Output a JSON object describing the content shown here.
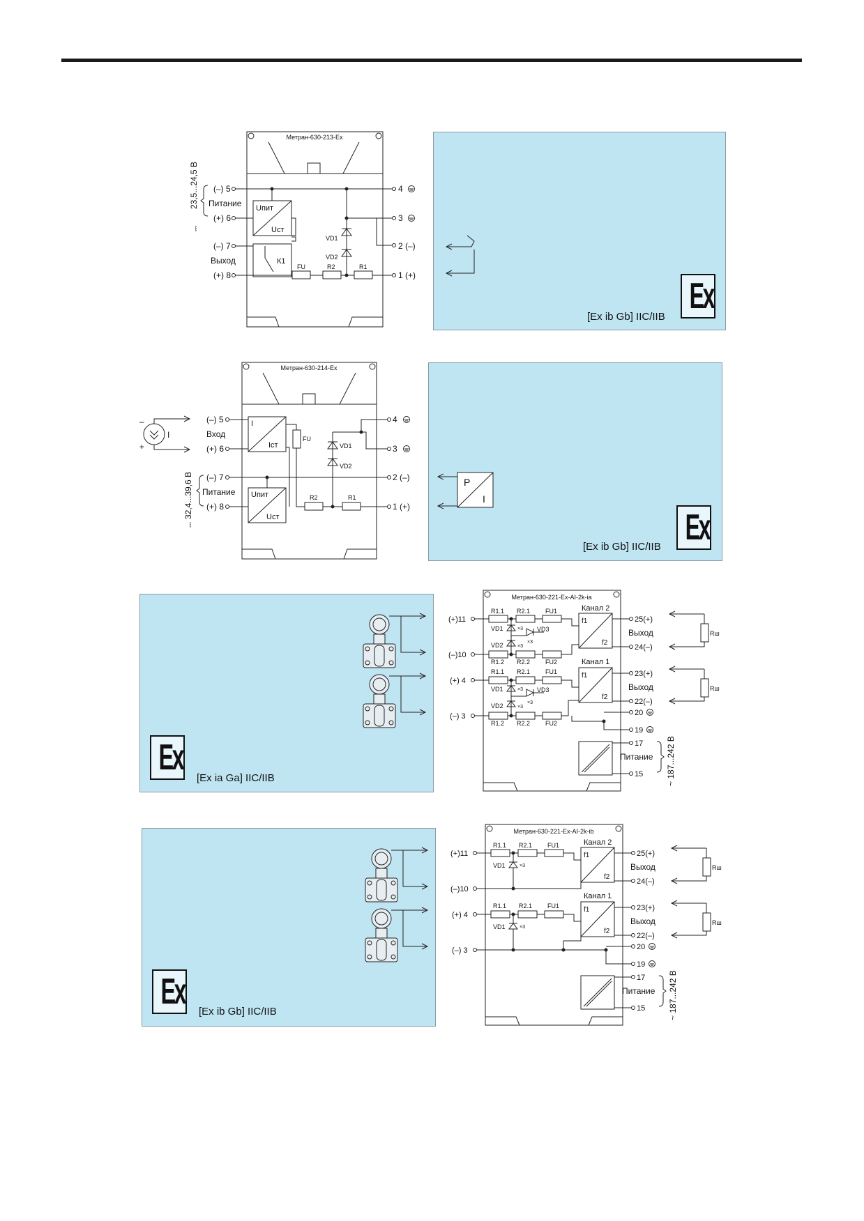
{
  "colors": {
    "panel_bg": "#bfe4f2",
    "line": "#222222"
  },
  "icons": {
    "ex_mark": "ex-protection-mark-icon",
    "ground": "ground-icon",
    "transmitter": "pressure-transmitter-icon",
    "current_source": "current-source-icon"
  },
  "d213": {
    "title": "Метран-630-213-Ex",
    "supply_range": "23,5...24,5 В",
    "dc_mark": "⎓",
    "t5": "(–) 5",
    "t6": "(+) 6",
    "t7": "(–) 7",
    "t8": "(+) 8",
    "supply_label": "Питание",
    "output_label": "Выход",
    "upit": "Uпит",
    "ust": "Uст",
    "k1": "К1",
    "fu": "FU",
    "r1": "R1",
    "r2": "R2",
    "vd1": "VD1",
    "vd2": "VD2",
    "r4": "4",
    "r3": "3",
    "r2t": "2 (–)",
    "r1t": "1 (+)",
    "ex_class": "[Ex ib Gb] IIC/IIB",
    "ex": "Ex"
  },
  "d214": {
    "title": "Метран-630-214-Ex",
    "supply_range": "32,4...39,6 В",
    "dc_mark": "⎓",
    "t5": "(–) 5",
    "t6": "(+) 6",
    "t7": "(–) 7",
    "t8": "(+) 8",
    "input_label": "Вход",
    "supply_label": "Питание",
    "i_label": "I",
    "ist": "Iст",
    "upit": "Uпит",
    "ust": "Uст",
    "fu": "FU",
    "r1": "R1",
    "r2": "R2",
    "vd1": "VD1",
    "vd2": "VD2",
    "r4": "4",
    "r3": "3",
    "r2t": "2 (–)",
    "r1t": "1 (+)",
    "src_minus": "–",
    "src_plus": "+",
    "src_i": "I",
    "p": "P",
    "pi": "I",
    "ex_class": "[Ex ib Gb] IIC/IIB",
    "ex": "Ex"
  },
  "d221ia": {
    "title": "Метран-630-221-Ex-AI-2k-ia",
    "t11": "(+)11",
    "t10": "(–)10",
    "t4": "(+) 4",
    "t3": "(–) 3",
    "r11": "R1.1",
    "r21": "R2.1",
    "fu1": "FU1",
    "r12": "R1.2",
    "r22": "R2.2",
    "fu2": "FU2",
    "vd1": "VD1",
    "vd2": "VD2",
    "vd3": "VD3",
    "x3": "×3",
    "ch2": "Канал 2",
    "ch1": "Канал 1",
    "f1": "f1",
    "f2": "f2",
    "o25": "25(+)",
    "o24": "24(–)",
    "o23": "23(+)",
    "o22": "22(–)",
    "o20": "20",
    "o19": "19",
    "o17": "17",
    "o15": "15",
    "output_label": "Выход",
    "supply_label": "Питание",
    "supply_range": "~ 187...242 В",
    "rsh": "Rш",
    "ex_class": "[Ex ia Ga] IIC/IIB",
    "ex": "Ex"
  },
  "d221ib": {
    "title": "Метран-630-221-Ex-AI-2k-ib",
    "t11": "(+)11",
    "t10": "(–)10",
    "t4": "(+) 4",
    "t3": "(–) 3",
    "r11": "R1.1",
    "r21": "R2.1",
    "fu1": "FU1",
    "vd1": "VD1",
    "x3": "×3",
    "ch2": "Канал 2",
    "ch1": "Канал 1",
    "f1": "f1",
    "f2": "f2",
    "o25": "25(+)",
    "o24": "24(–)",
    "o23": "23(+)",
    "o22": "22(–)",
    "o20": "20",
    "o19": "19",
    "o17": "17",
    "o15": "15",
    "output_label": "Выход",
    "supply_label": "Питание",
    "supply_range": "~ 187...242 В",
    "rsh": "Rш",
    "ex_class": "[Ex ib Gb] IIC/IIB",
    "ex": "Ex"
  }
}
